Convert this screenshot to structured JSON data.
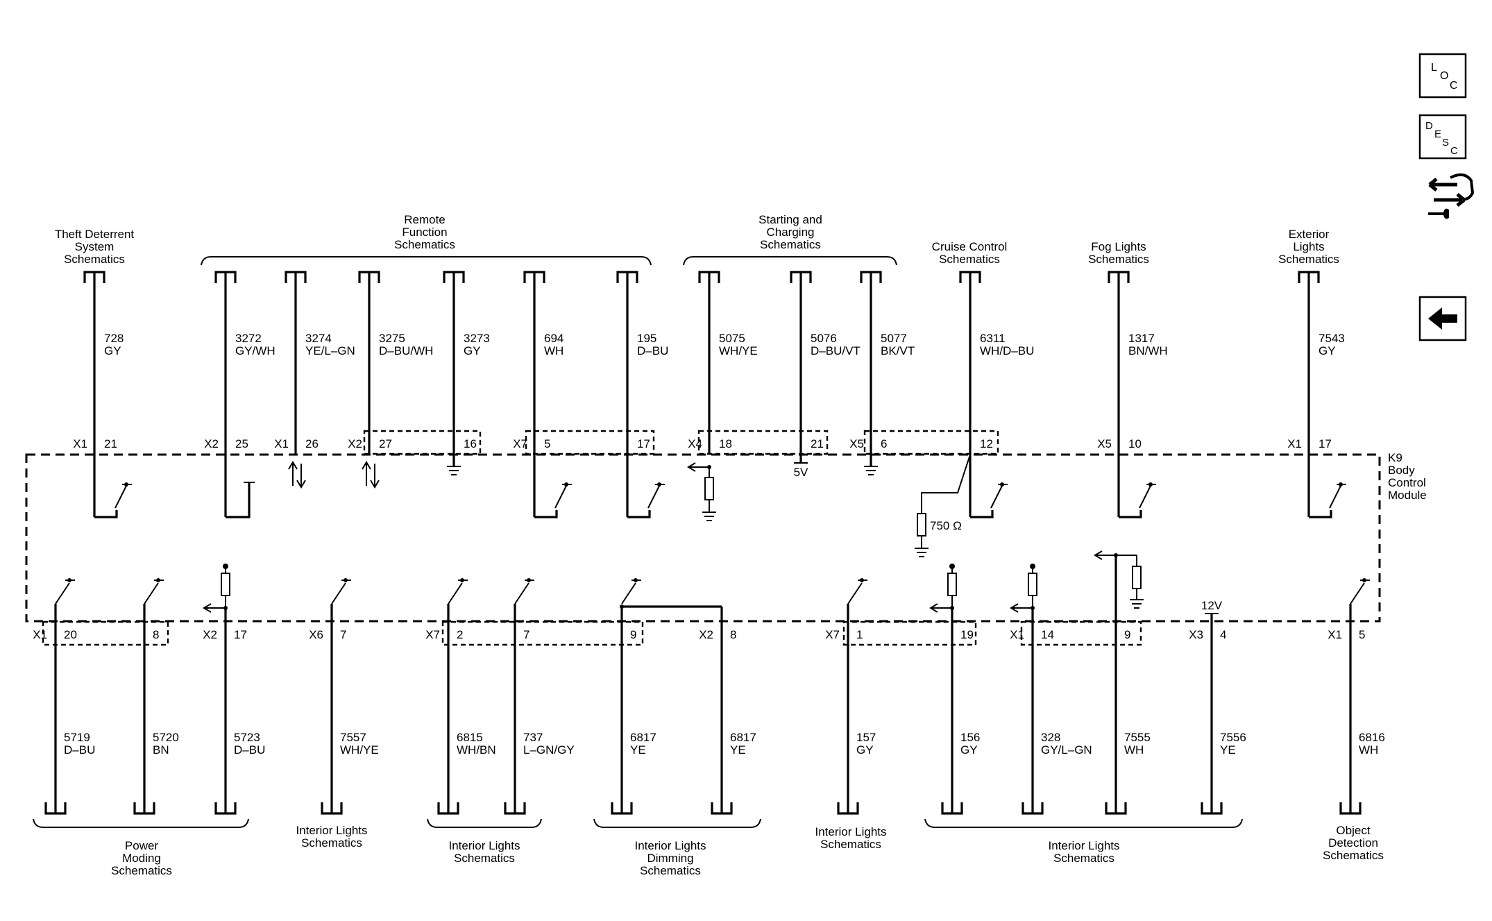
{
  "module": {
    "name": "K9",
    "lines": [
      "K9",
      "Body",
      "Control",
      "Module"
    ]
  },
  "nav": {
    "loc": [
      "L",
      "O",
      "C"
    ],
    "desc": [
      "D",
      "E",
      "S",
      "C"
    ]
  },
  "refs": {
    "theft": [
      "Theft Deterrent",
      "System",
      "Schematics"
    ],
    "remote": [
      "Remote",
      "Function",
      "Schematics"
    ],
    "starting": [
      "Starting and",
      "Charging",
      "Schematics"
    ],
    "cruise": [
      "Cruise Control",
      "Schematics"
    ],
    "fog": [
      "Fog Lights",
      "Schematics"
    ],
    "exterior": [
      "Exterior",
      "Lights",
      "Schematics"
    ],
    "power": [
      "Power",
      "Moding",
      "Schematics"
    ],
    "il1": [
      "Interior Lights",
      "Schematics"
    ],
    "il2": [
      "Interior Lights",
      "Schematics"
    ],
    "ild": [
      "Interior Lights",
      "Dimming",
      "Schematics"
    ],
    "il3": [
      "Interior Lights",
      "Schematics"
    ],
    "il4": [
      "Interior Lights",
      "Schematics"
    ],
    "obj": [
      "Object",
      "Detection",
      "Schematics"
    ]
  },
  "top_circuits": [
    {
      "conn": "X1",
      "pin": "21",
      "circuit": "728",
      "color": "GY"
    },
    {
      "conn": "X2",
      "pin": "25",
      "circuit": "3272",
      "color": "GY/WH"
    },
    {
      "conn": "X1",
      "pin": "26",
      "circuit": "3274",
      "color": "YE/L–GN"
    },
    {
      "conn": "X2",
      "pin": "27",
      "circuit": "3275",
      "color": "D–BU/WH"
    },
    {
      "conn": "",
      "pin": "16",
      "circuit": "3273",
      "color": "GY"
    },
    {
      "conn": "X7",
      "pin": "5",
      "circuit": "694",
      "color": "WH"
    },
    {
      "conn": "",
      "pin": "17",
      "circuit": "195",
      "color": "D–BU"
    },
    {
      "conn": "X4",
      "pin": "18",
      "circuit": "5075",
      "color": "WH/YE"
    },
    {
      "conn": "",
      "pin": "21",
      "circuit": "5076",
      "color": "D–BU/VT"
    },
    {
      "conn": "X5",
      "pin": "6",
      "circuit": "5077",
      "color": "BK/VT"
    },
    {
      "conn": "",
      "pin": "12",
      "circuit": "6311",
      "color": "WH/D–BU"
    },
    {
      "conn": "X5",
      "pin": "10",
      "circuit": "1317",
      "color": "BN/WH"
    },
    {
      "conn": "X1",
      "pin": "17",
      "circuit": "7543",
      "color": "GY"
    }
  ],
  "bottom_circuits": [
    {
      "conn": "X1",
      "pin": "20",
      "circuit": "5719",
      "color": "D–BU"
    },
    {
      "conn": "",
      "pin": "8",
      "circuit": "5720",
      "color": "BN"
    },
    {
      "conn": "X2",
      "pin": "17",
      "circuit": "5723",
      "color": "D–BU"
    },
    {
      "conn": "X6",
      "pin": "7",
      "circuit": "7557",
      "color": "WH/YE"
    },
    {
      "conn": "X7",
      "pin": "2",
      "circuit": "6815",
      "color": "WH/BN"
    },
    {
      "conn": "",
      "pin": "7",
      "circuit": "737",
      "color": "L–GN/GY"
    },
    {
      "conn": "",
      "pin": "9",
      "circuit": "6817",
      "color": "YE"
    },
    {
      "conn": "X2",
      "pin": "8",
      "circuit": "6817",
      "color": "YE"
    },
    {
      "conn": "X7",
      "pin": "1",
      "circuit": "157",
      "color": "GY"
    },
    {
      "conn": "",
      "pin": "19",
      "circuit": "156",
      "color": "GY"
    },
    {
      "conn": "X1",
      "pin": "14",
      "circuit": "328",
      "color": "GY/L–GN"
    },
    {
      "conn": "",
      "pin": "9",
      "circuit": "7555",
      "color": "WH"
    },
    {
      "conn": "X3",
      "pin": "4",
      "circuit": "7556",
      "color": "YE"
    },
    {
      "conn": "X1",
      "pin": "5",
      "circuit": "6816",
      "color": "WH"
    }
  ],
  "labels": {
    "v5": "5V",
    "v12": "12V",
    "ohm": "750 Ω"
  }
}
